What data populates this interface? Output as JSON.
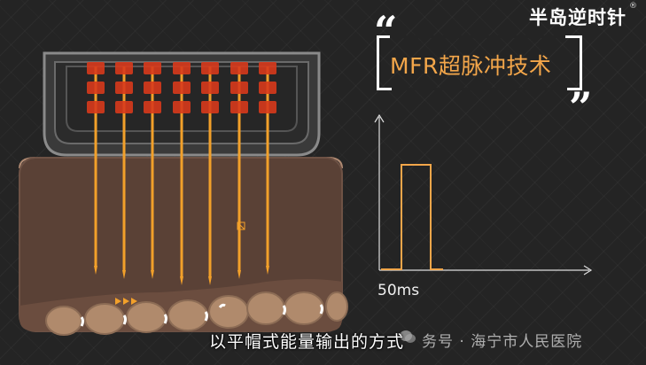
{
  "brand": {
    "name": "半岛逆时针",
    "reg": "®"
  },
  "title": {
    "text": "MFR超脉冲技术"
  },
  "pulse": {
    "label": "50ms"
  },
  "subtitle": {
    "text": "以平帽式能量输出的方式"
  },
  "watermark": {
    "text": "务号 · 海宁市人民医院"
  },
  "colors": {
    "accent": "#f3a64a",
    "skin": "#5a4136",
    "needle": "#f2a02a",
    "electrode": "#d83a1c"
  }
}
